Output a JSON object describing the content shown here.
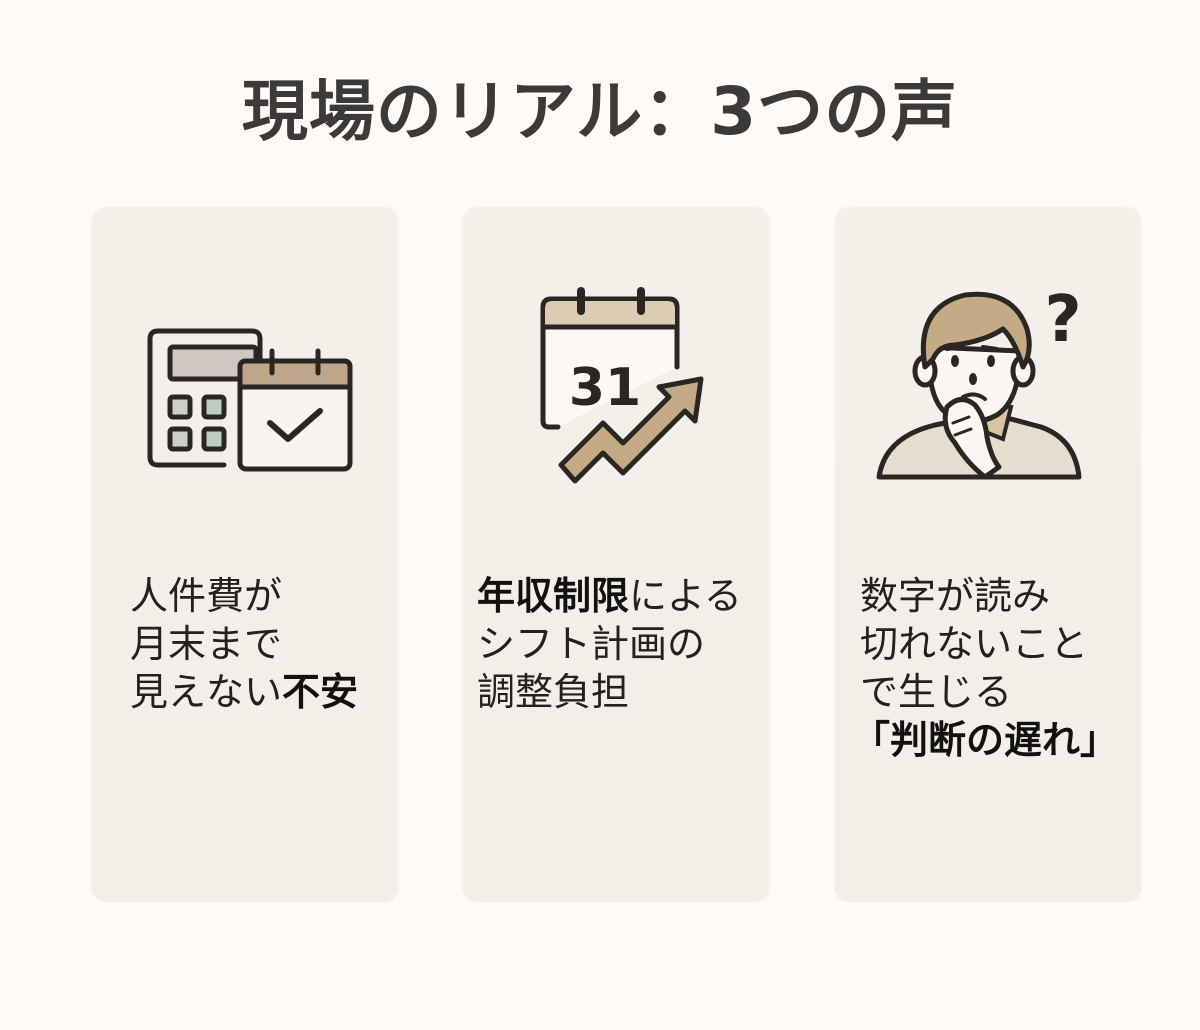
{
  "title": "現場のリアル：3つの声",
  "colors": {
    "background": "#fdfaf8",
    "card": "#f3eee8",
    "accent_tan": "#c4ab86",
    "outline": "#2a2622",
    "text": "#222120"
  },
  "cards": [
    {
      "icon": "calculator-calendar-check-icon",
      "lines": [
        {
          "pre": "人件費が",
          "bold": "",
          "post": ""
        },
        {
          "pre": "月末まで",
          "bold": "",
          "post": ""
        },
        {
          "pre": "見えない",
          "bold": "不安",
          "post": ""
        }
      ]
    },
    {
      "icon": "calendar-31-rising-arrow-icon",
      "icon_number": "31",
      "lines": [
        {
          "pre": "",
          "bold": "年収制限",
          "post": "による"
        },
        {
          "pre": "シフト計画の",
          "bold": "",
          "post": ""
        },
        {
          "pre": "調整負担",
          "bold": "",
          "post": ""
        }
      ]
    },
    {
      "icon": "thinking-person-question-icon",
      "icon_symbol": "?",
      "lines": [
        {
          "pre": "数字が読み",
          "bold": "",
          "post": ""
        },
        {
          "pre": "切れないこと",
          "bold": "",
          "post": ""
        },
        {
          "pre": "で生じる",
          "bold": "",
          "post": ""
        },
        {
          "pre": "",
          "bold": "「判断の遅れ」",
          "post": ""
        }
      ]
    }
  ]
}
